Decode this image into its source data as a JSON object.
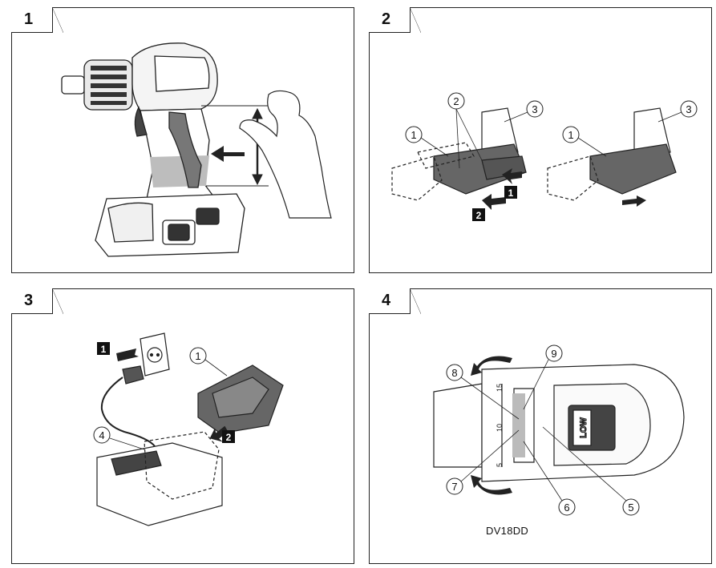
{
  "panels": [
    {
      "number": "1"
    },
    {
      "number": "2"
    },
    {
      "number": "3"
    },
    {
      "number": "4"
    }
  ],
  "callouts": {
    "p2_left": [
      "1",
      "2",
      "3"
    ],
    "p2_right": [
      "1",
      "3"
    ],
    "p2_steps": [
      "1",
      "2"
    ],
    "p3": [
      "1",
      "4"
    ],
    "p3_steps": [
      "1",
      "2"
    ],
    "p4": [
      "5",
      "6",
      "7",
      "8",
      "9"
    ]
  },
  "p4_labels": {
    "low": "LOW",
    "scale": [
      "15",
      "10",
      "5"
    ]
  },
  "model_label": "DV18DD"
}
